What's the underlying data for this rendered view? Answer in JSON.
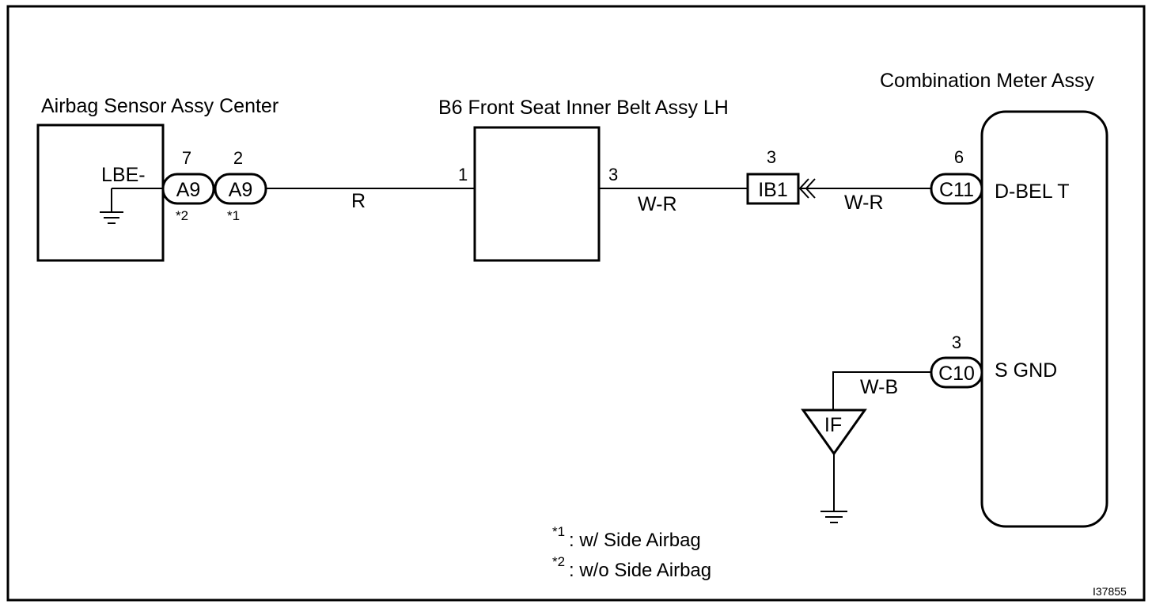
{
  "components": {
    "airbag_sensor": {
      "title": "Airbag Sensor Assy Center",
      "terminal": "LBE-"
    },
    "belt_assy": {
      "title": "B6 Front Seat Inner Belt Assy LH",
      "pin_left": "1",
      "pin_right": "3"
    },
    "combination_meter": {
      "title": "Combination Meter Assy",
      "terminal_top": "D-BEL T",
      "terminal_bottom": "S GND"
    }
  },
  "connectors": {
    "a9_left": {
      "label": "A9",
      "pin": "7",
      "note": "*2"
    },
    "a9_right": {
      "label": "A9",
      "pin": "2",
      "note": "*1"
    },
    "ib1": {
      "label": "IB1",
      "pin": "3"
    },
    "c11": {
      "label": "C11",
      "pin": "6"
    },
    "c10": {
      "label": "C10",
      "pin": "3"
    },
    "ground_point": {
      "label": "IF"
    }
  },
  "wires": {
    "r": "R",
    "w_r_left": "W-R",
    "w_r_right": "W-R",
    "w_b": "W-B"
  },
  "footnotes": {
    "note1_mark": "*1",
    "note1_text": ": w/ Side Airbag",
    "note2_mark": "*2",
    "note2_text": ": w/o Side Airbag"
  },
  "figure_code": "I37855"
}
